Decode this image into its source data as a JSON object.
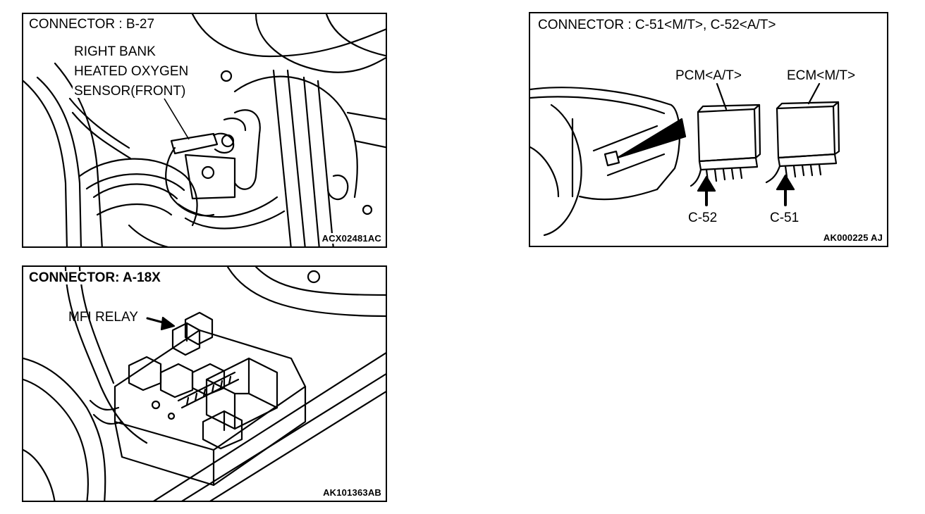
{
  "panels": {
    "b27": {
      "title": "CONNECTOR : B-27",
      "callout_line1": "RIGHT BANK",
      "callout_line2": "HEATED OXYGEN",
      "callout_line3": "SENSOR(FRONT)",
      "figure_code": "ACX02481AC"
    },
    "c51": {
      "title": "CONNECTOR : C-51<M/T>, C-52<A/T>",
      "pcm_label": "PCM<A/T>",
      "ecm_label": "ECM<M/T>",
      "c52_label": "C-52",
      "c51_label": "C-51",
      "figure_code": "AK000225 AJ"
    },
    "a18x": {
      "title": "CONNECTOR: A-18X",
      "callout": "MFI RELAY",
      "figure_code": "AK101363AB"
    }
  }
}
